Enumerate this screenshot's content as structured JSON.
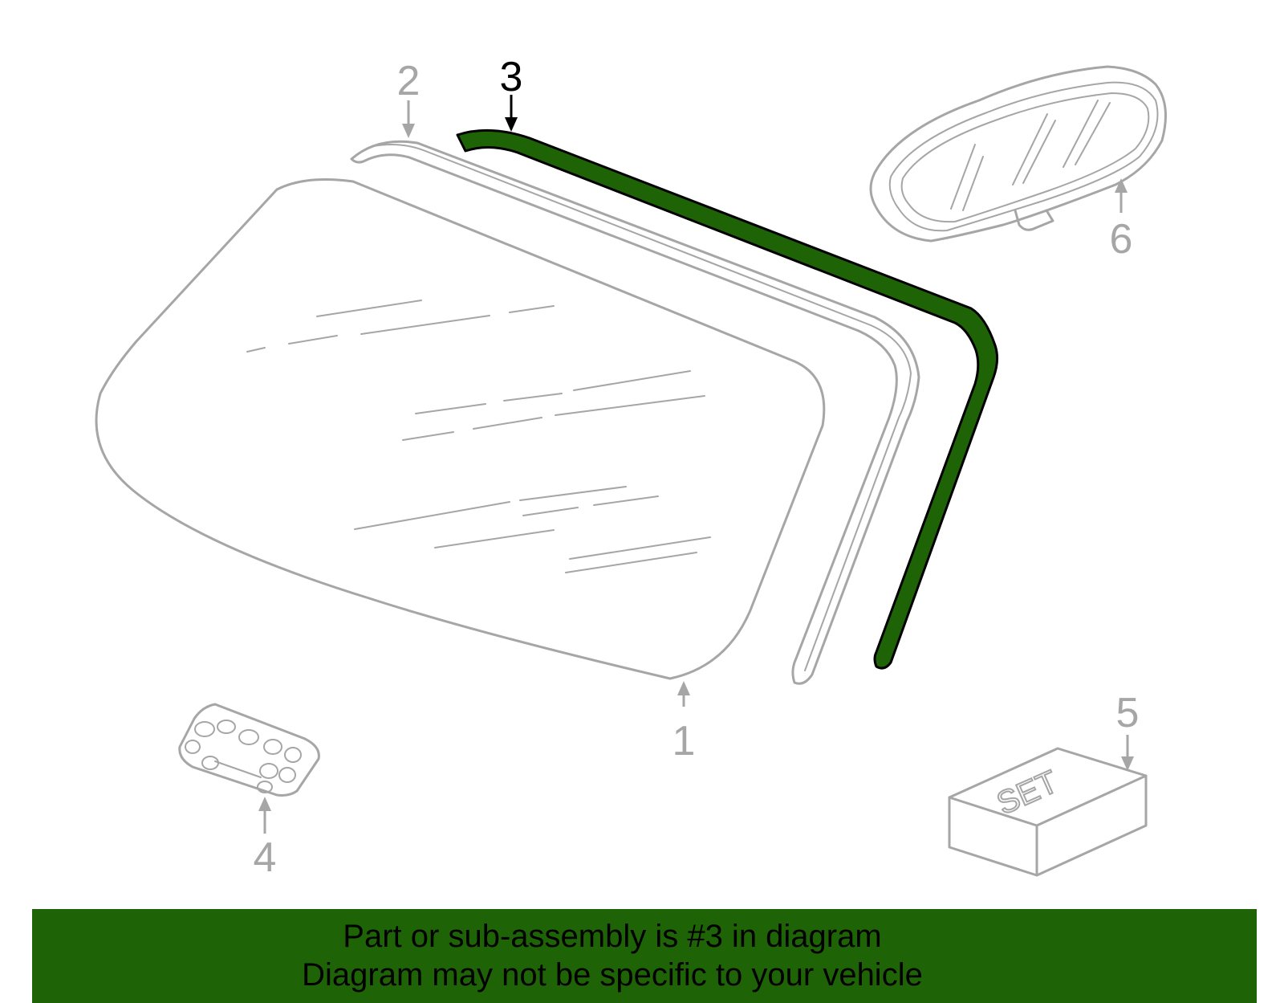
{
  "diagram": {
    "callouts": [
      {
        "id": "1",
        "label": "1",
        "part": "windshield glass"
      },
      {
        "id": "2",
        "label": "2",
        "part": "molding"
      },
      {
        "id": "3",
        "label": "3",
        "part": "weatherstrip",
        "highlighted": true
      },
      {
        "id": "4",
        "label": "4",
        "part": "clip"
      },
      {
        "id": "5",
        "label": "5",
        "part": "adhesive kit"
      },
      {
        "id": "6",
        "label": "6",
        "part": "rearview mirror"
      }
    ],
    "kit_box_text": "SET",
    "colors": {
      "highlight_fill": "#1e6407",
      "part_outline": "#a6a6a6",
      "highlight_label": "#000000"
    }
  },
  "banner": {
    "line1": "Part or sub-assembly is #3 in diagram",
    "line2": "Diagram may not be specific to your vehicle",
    "background": "#1e6407"
  }
}
